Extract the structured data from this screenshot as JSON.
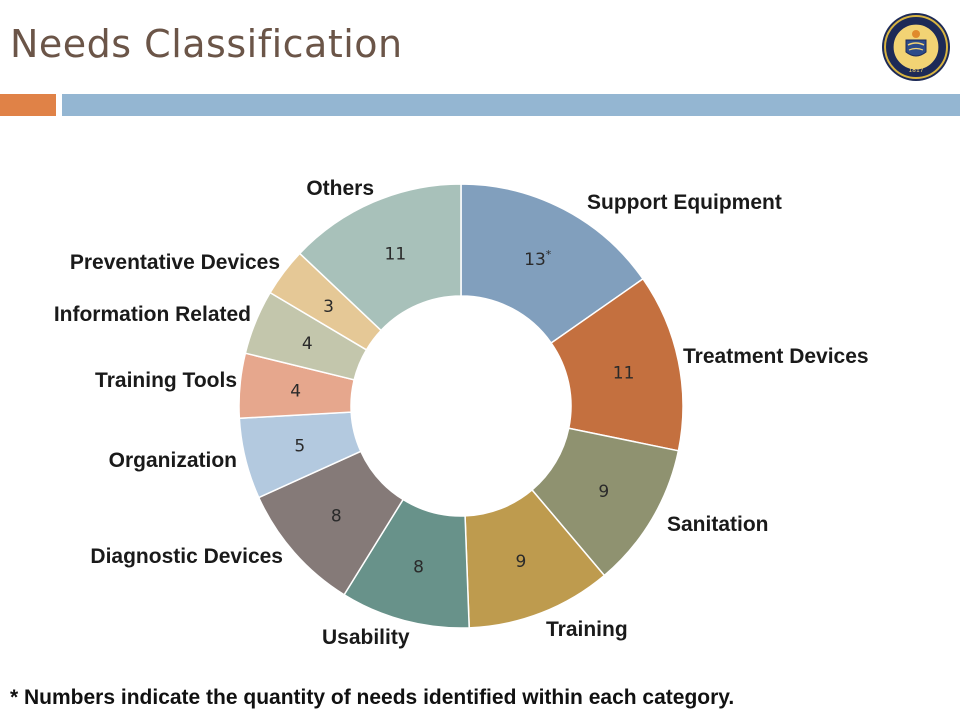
{
  "slide": {
    "title": "Needs Classification",
    "footnote": "* Numbers indicate the quantity of needs identified within each category."
  },
  "colors": {
    "title": "#6b5548",
    "accent_orange": "#e08247",
    "accent_blue": "#94b6d2"
  },
  "chart_data": {
    "type": "pie",
    "donut": true,
    "categories": [
      "Support Equipment",
      "Treatment Devices",
      "Sanitation",
      "Training",
      "Usability",
      "Diagnostic Devices",
      "Organization",
      "Training Tools",
      "Information Related",
      "Preventative Devices",
      "Others"
    ],
    "values": [
      13,
      11,
      9,
      9,
      8,
      8,
      5,
      4,
      4,
      3,
      11
    ],
    "value_labels": [
      "13",
      "11",
      "9",
      "9",
      "8",
      "8",
      "5",
      "4",
      "4",
      "3",
      "11"
    ],
    "value_marks": [
      "*",
      "",
      "",
      "",
      "",
      "",
      "",
      "",
      "",
      "",
      ""
    ],
    "colors": [
      "#819fbd",
      "#c4703f",
      "#8f9270",
      "#be9b4e",
      "#68928a",
      "#857a78",
      "#b3c9df",
      "#e6a78d",
      "#c3c6ac",
      "#e5c896",
      "#a8c1ba"
    ]
  },
  "logo": {
    "name": "university-seal",
    "text": "THE UNIVERSITY OF MICHIGAN",
    "year": "1817"
  }
}
